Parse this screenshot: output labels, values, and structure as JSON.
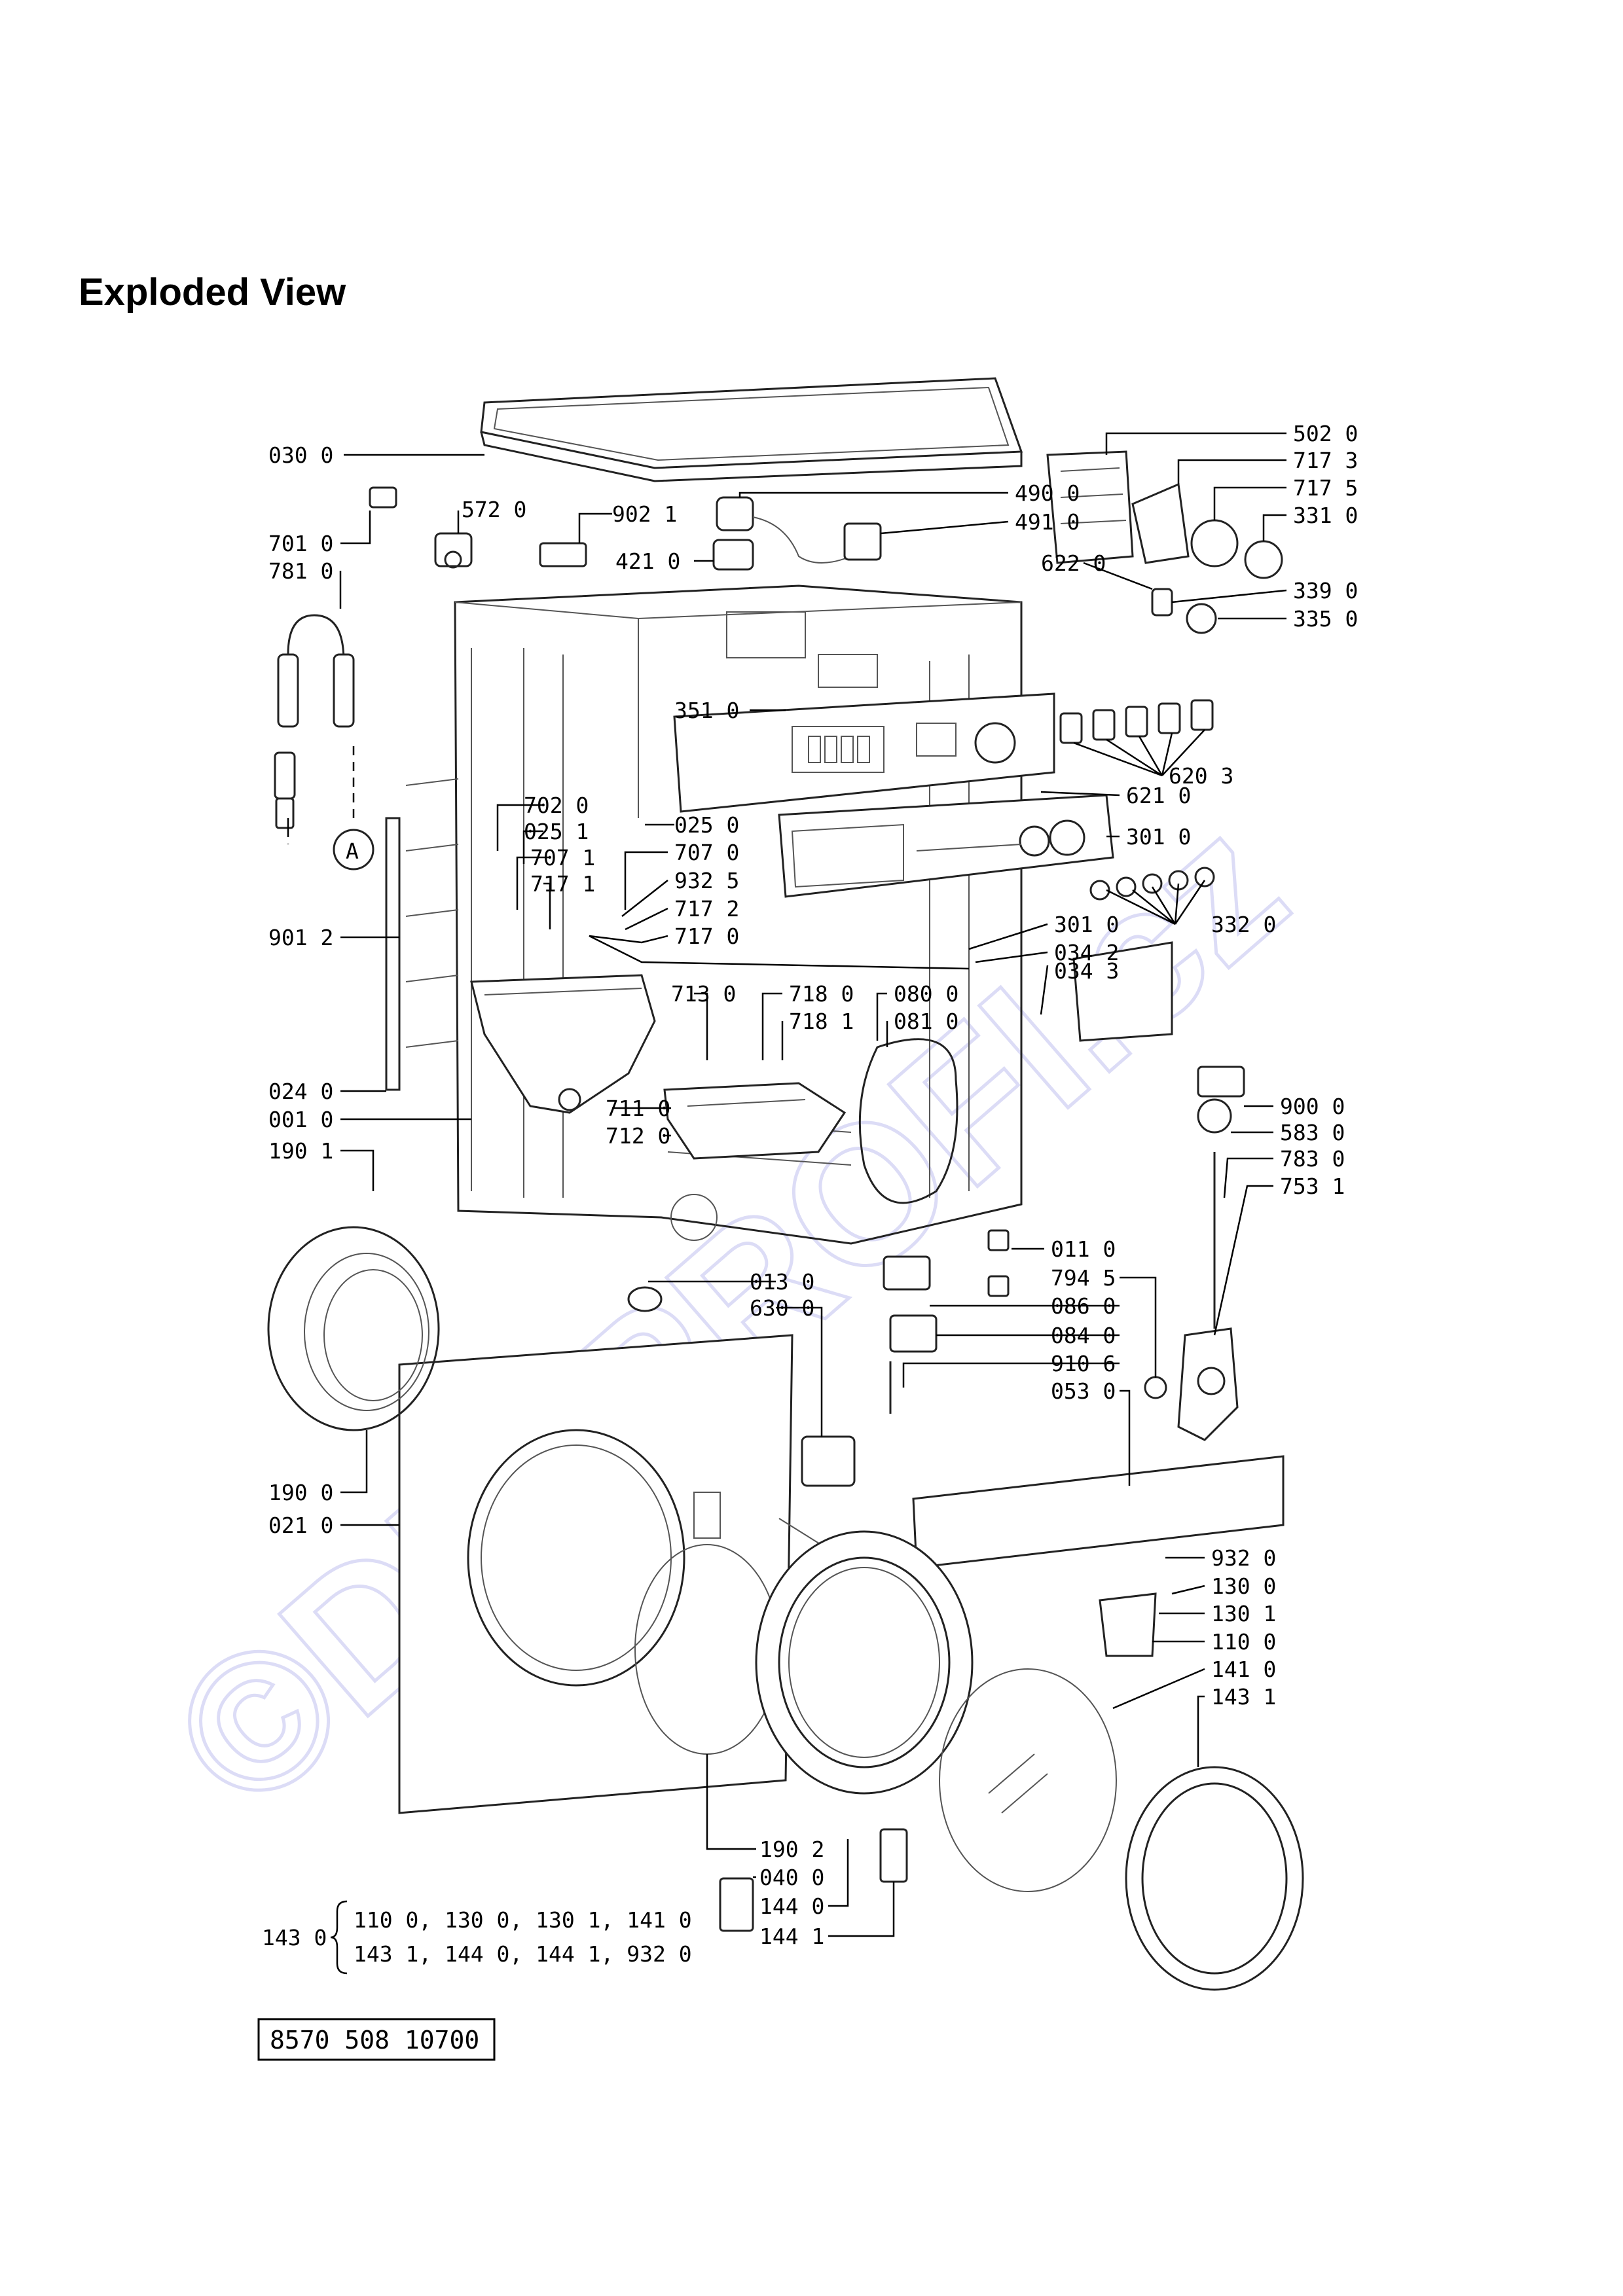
{
  "title": "Exploded View",
  "watermark": "©DIY-PROFI.cz",
  "drawing_code": "8570 508 10700",
  "circle_marker": "A",
  "labels_left": [
    "030 0",
    "701 0",
    "781 0",
    "572 0",
    "902 1",
    "421 0",
    "351 0",
    "702 0",
    "025 1",
    "707 1",
    "717 1",
    "901 2",
    "713 0",
    "024 0",
    "001 0",
    "190 1",
    "711 0",
    "712 0",
    "013 0",
    "630 0",
    "190 0",
    "021 0",
    "190 2",
    "040 0",
    "144 0",
    "144 1"
  ],
  "labels_right": [
    "502 0",
    "717 3",
    "717 5",
    "331 0",
    "490 0",
    "491 0",
    "622 0",
    "339 0",
    "335 0",
    "620 3",
    "621 0",
    "301 0",
    "025 0",
    "707 0",
    "932 5",
    "717 2",
    "717 0",
    "301 0",
    "332 0",
    "034 2",
    "034 3",
    "718 0",
    "718 1",
    "080 0",
    "081 0",
    "900 0",
    "583 0",
    "783 0",
    "753 1",
    "011 0",
    "794 5",
    "086 0",
    "084 0",
    "910 6",
    "053 0",
    "932 0",
    "130 0",
    "130 1",
    "110 0",
    "141 0",
    "143 1"
  ],
  "kit": {
    "number": "143 0",
    "row1": "110 0,  130 0,  130 1,  141 0",
    "row2": "143 1,  144 0,  144 1,  932 0"
  }
}
